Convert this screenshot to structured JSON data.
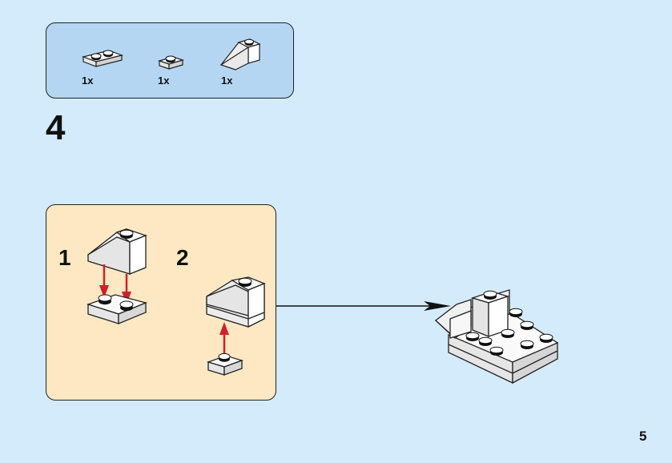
{
  "parts_list": {
    "items": [
      {
        "part": "plate-1x2-white",
        "quantity": "1x"
      },
      {
        "part": "plate-1x1-white",
        "quantity": "1x"
      },
      {
        "part": "slope-1x2-white",
        "quantity": "1x"
      }
    ]
  },
  "step": {
    "number": "4"
  },
  "sub_steps": [
    {
      "number": "1",
      "description": "Attach 1x2 slope onto 1x2 plate"
    },
    {
      "number": "2",
      "description": "Attach 1x1 plate under slope"
    }
  ],
  "colors": {
    "page_background": "#d3ebfb",
    "parts_box": "#b4d6f2",
    "substep_box": "#fde8c3",
    "arrow_red": "#d0202a",
    "brick_white": "#f4f4f4"
  },
  "page": {
    "number": "5"
  }
}
